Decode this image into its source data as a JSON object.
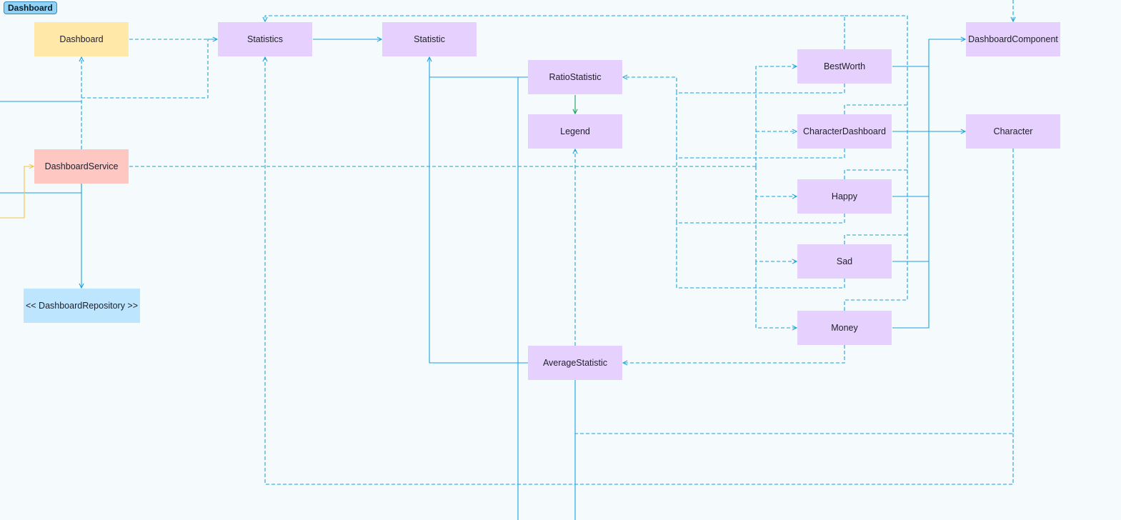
{
  "frame": {
    "label": "Dashboard"
  },
  "colors": {
    "background": "#f5fafd",
    "component": "#ffe8a8",
    "service": "#ffc7c2",
    "repository": "#bde5fd",
    "class": "#e6d0fd",
    "edge": "#1ba3dc",
    "aggregation": "#18a05a",
    "injection": "#f5c242"
  },
  "nodes": {
    "dashboard": {
      "label": "Dashboard",
      "kind": "component"
    },
    "statistics": {
      "label": "Statistics",
      "kind": "class"
    },
    "statistic": {
      "label": "Statistic",
      "kind": "class"
    },
    "ratio_statistic": {
      "label": "RatioStatistic",
      "kind": "class"
    },
    "legend": {
      "label": "Legend",
      "kind": "class"
    },
    "best_worth": {
      "label": "BestWorth",
      "kind": "class"
    },
    "character_dashboard": {
      "label": "CharacterDashboard",
      "kind": "class"
    },
    "happy": {
      "label": "Happy",
      "kind": "class"
    },
    "sad": {
      "label": "Sad",
      "kind": "class"
    },
    "money": {
      "label": "Money",
      "kind": "class"
    },
    "average_statistic": {
      "label": "AverageStatistic",
      "kind": "class"
    },
    "dashboard_component": {
      "label": "DashboardComponent",
      "kind": "class"
    },
    "character": {
      "label": "Character",
      "kind": "class"
    },
    "dashboard_service": {
      "label": "DashboardService",
      "kind": "service"
    },
    "dashboard_repository": {
      "label": "<< DashboardRepository >>",
      "kind": "repository"
    }
  },
  "edges": [
    {
      "from": "dashboard",
      "to": "statistics",
      "style": "dashed"
    },
    {
      "from": "statistics",
      "to": "statistic",
      "style": "solid"
    },
    {
      "from": "ratio_statistic",
      "to": "statistic",
      "style": "solid"
    },
    {
      "from": "average_statistic",
      "to": "statistic",
      "style": "solid"
    },
    {
      "from": "ratio_statistic",
      "to": "legend",
      "style": "aggregation"
    },
    {
      "from": "average_statistic",
      "to": "legend",
      "style": "dashed"
    },
    {
      "from": "dashboard_service",
      "to": "dashboard",
      "style": "dashed"
    },
    {
      "from": "dashboard_service",
      "to": "statistics",
      "style": "dashed"
    },
    {
      "from": "dashboard_service",
      "to": "dashboard_repository",
      "style": "solid"
    },
    {
      "from": "dashboard_service",
      "to": "best_worth",
      "style": "dashed"
    },
    {
      "from": "dashboard_service",
      "to": "character_dashboard",
      "style": "dashed"
    },
    {
      "from": "dashboard_service",
      "to": "happy",
      "style": "dashed"
    },
    {
      "from": "dashboard_service",
      "to": "sad",
      "style": "dashed"
    },
    {
      "from": "dashboard_service",
      "to": "money",
      "style": "dashed"
    },
    {
      "from": "best_worth",
      "to": "ratio_statistic",
      "style": "dashed"
    },
    {
      "from": "character_dashboard",
      "to": "ratio_statistic",
      "style": "dashed"
    },
    {
      "from": "happy",
      "to": "ratio_statistic",
      "style": "dashed"
    },
    {
      "from": "sad",
      "to": "ratio_statistic",
      "style": "dashed"
    },
    {
      "from": "money",
      "to": "average_statistic",
      "style": "dashed"
    },
    {
      "from": "best_worth",
      "to": "dashboard_component",
      "style": "solid"
    },
    {
      "from": "character_dashboard",
      "to": "dashboard_component",
      "style": "solid"
    },
    {
      "from": "happy",
      "to": "dashboard_component",
      "style": "solid"
    },
    {
      "from": "sad",
      "to": "dashboard_component",
      "style": "solid"
    },
    {
      "from": "money",
      "to": "dashboard_component",
      "style": "solid"
    },
    {
      "from": "character_dashboard",
      "to": "character",
      "style": "solid"
    },
    {
      "from": "character",
      "to": "average_statistic",
      "style": "dashed"
    },
    {
      "from": "character",
      "to": "statistics",
      "style": "dashed"
    },
    {
      "from": "best_worth",
      "to": "statistics",
      "style": "dashed"
    }
  ]
}
